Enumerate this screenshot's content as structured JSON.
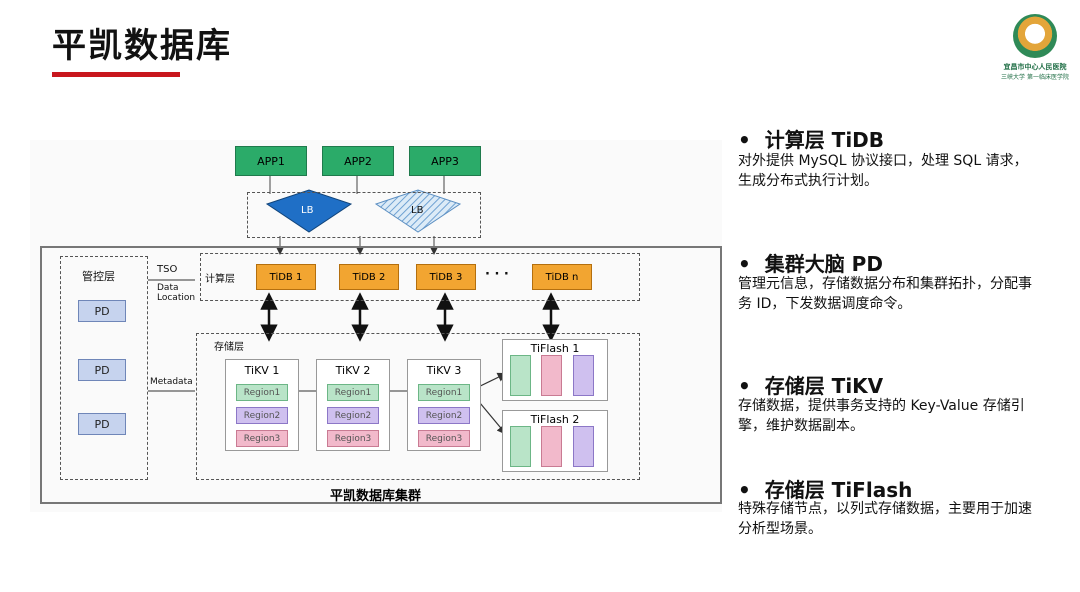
{
  "header": {
    "title": "平凯数据库",
    "logo_line1": "宜昌市中心人民医院",
    "logo_line2": "三峡大学 第一临床医学院",
    "accent": "#c8161d"
  },
  "diagram": {
    "apps": [
      "APP1",
      "APP2",
      "APP3"
    ],
    "lb_labels": [
      "LB",
      "LB"
    ],
    "compute_layer": "计算层",
    "tidb_nodes": [
      "TiDB 1",
      "TiDB 2",
      "TiDB 3",
      "TiDB n"
    ],
    "ellipsis": "· · ·",
    "control_layer": "管控层",
    "pd_nodes": [
      "PD",
      "PD",
      "PD"
    ],
    "tso": "TSO",
    "data_location": [
      "Data",
      "Location"
    ],
    "metadata": "Metadata",
    "storage_layer": "存储层",
    "tikv_nodes": [
      {
        "name": "TiKV 1",
        "regions": [
          "Region1",
          "Region2",
          "Region3"
        ]
      },
      {
        "name": "TiKV 2",
        "regions": [
          "Region1",
          "Region2",
          "Region3"
        ]
      },
      {
        "name": "TiKV 3",
        "regions": [
          "Region1",
          "Region2",
          "Region3"
        ]
      }
    ],
    "tiflash_nodes": [
      "TiFlash 1",
      "TiFlash 2"
    ],
    "cluster_label": "平凯数据库集群",
    "colors": {
      "app": "#2bab69",
      "tidb": "#f2a531",
      "pd": "#c6d3ee",
      "lb": "#1f6fc6"
    }
  },
  "bullets": [
    {
      "title": "计算层 TiDB",
      "desc": "对外提供 MySQL 协议接口，处理 SQL 请求，生成分布式执行计划。"
    },
    {
      "title": "集群大脑 PD",
      "desc": "管理元信息，存储数据分布和集群拓扑，分配事务 ID，下发数据调度命令。"
    },
    {
      "title": "存储层 TiKV",
      "desc": "存储数据，提供事务支持的 Key-Value 存储引擎，维护数据副本。"
    },
    {
      "title": "存储层 TiFlash",
      "desc": "特殊存储节点，以列式存储数据，主要用于加速分析型场景。"
    }
  ]
}
